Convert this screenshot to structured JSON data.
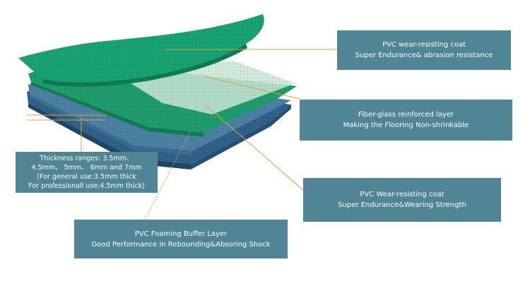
{
  "labels": {
    "top_coat": [
      "PVC wear-resisting coat",
      "Super Endurance& abrasion resistance"
    ],
    "fiber_glass": [
      "Fiber-glass reinforced layer",
      "Making the Flooring Non-shrinkable"
    ],
    "wear_coat": [
      "PVC Wear-resisting coat",
      "Super Endurance&Wearing Strength"
    ],
    "thickness": [
      "Thickness ranges: 3.5mm、",
      "4.5mm、 5mm、 6mm and 7mm",
      "(For general use:3.5mm thick",
      "For professionall use:4.5mm thick)"
    ],
    "foam_buffer": [
      "PVC Foaming Buffer Layer",
      "Good Performance in Rebounding&Absoring Shock"
    ]
  },
  "colors": {
    "label_box": "#4f8594",
    "label_text": "#ffffff",
    "leader_line": "#d9a441",
    "top_layer": "#17a070",
    "mesh_layer": "#cfe6d8",
    "middle_layer": "#1e9a6a",
    "blue_layer": "#4b7fa1",
    "base_layer": "#2f5f86"
  }
}
